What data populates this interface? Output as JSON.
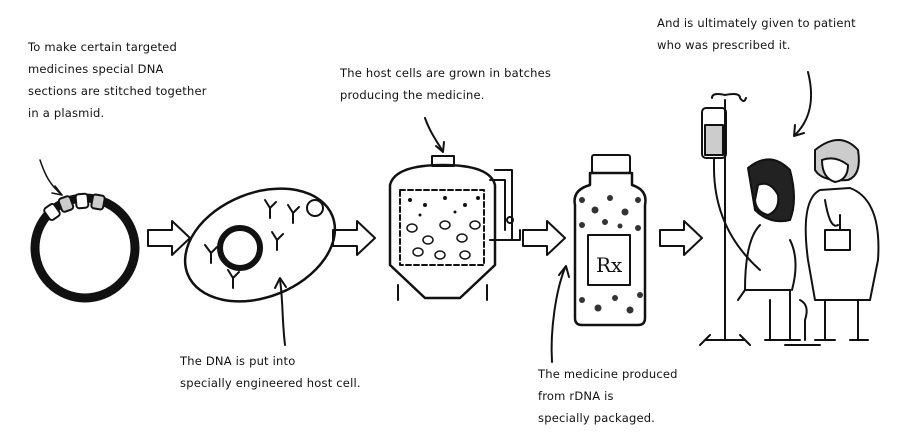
{
  "captions": {
    "plasmid": "To make certain targeted\nmedicines special DNA\nsections are stitched together\nin a plasmid.",
    "host_cell": "The DNA is put into\nspecially engineered host cell.",
    "bioreactor": "The host cells are grown in batches\nproducing the medicine.",
    "packaging": "The medicine produced\nfrom rDNA is\nspecially packaged.",
    "patient": "And is ultimately given to patient\nwho was prescribed it."
  },
  "bottle_label": "Rx",
  "colors": {
    "ink": "#111111",
    "paper": "#ffffff",
    "shade": "#cccccc"
  }
}
